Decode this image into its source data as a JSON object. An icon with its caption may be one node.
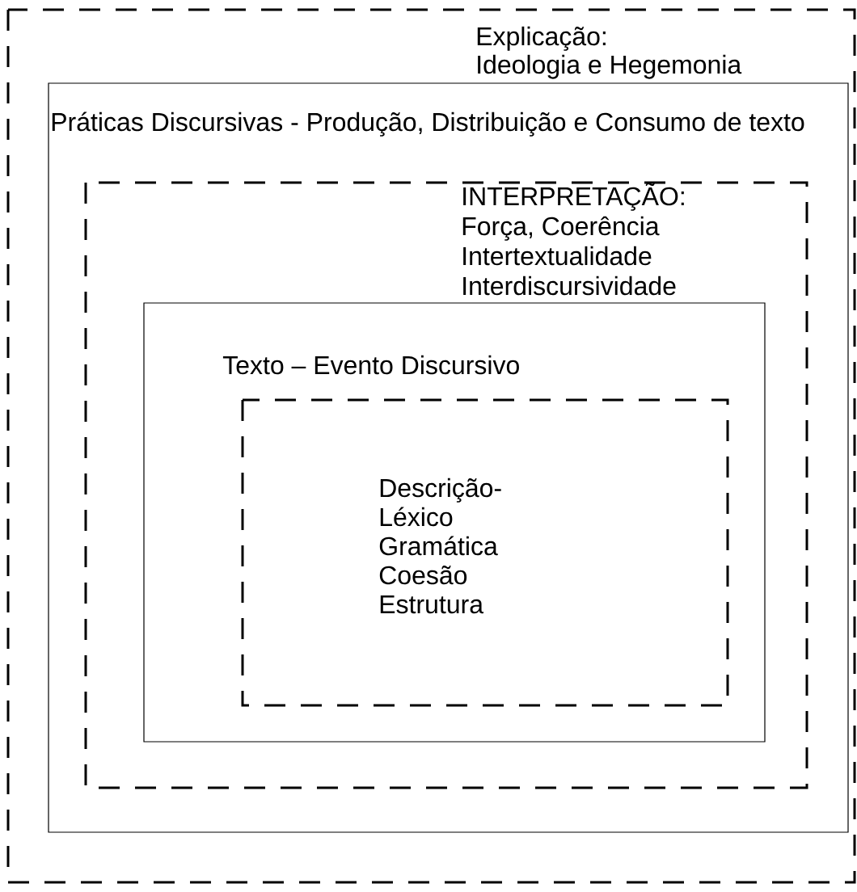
{
  "diagram": {
    "nodes": [
      {
        "text": [
          "Explicação:",
          "Ideologia e Hegemonia"
        ]
      },
      {
        "text": [
          "Práticas Discursivas - Produção, Distribuição e Consumo de texto"
        ],
        "in": 0
      },
      {
        "text": [
          "INTERPRETAÇÃO:",
          "Força, Coerência",
          "Intertextualidade",
          "Interdiscursividade"
        ],
        "in": 1
      },
      {
        "text": [
          "Texto – Evento Discursivo"
        ],
        "in": 2
      },
      {
        "text": [
          "Descrição-",
          "Léxico",
          "Gramática",
          "Coesão",
          "Estrutura"
        ],
        "in": 3
      }
    ]
  }
}
